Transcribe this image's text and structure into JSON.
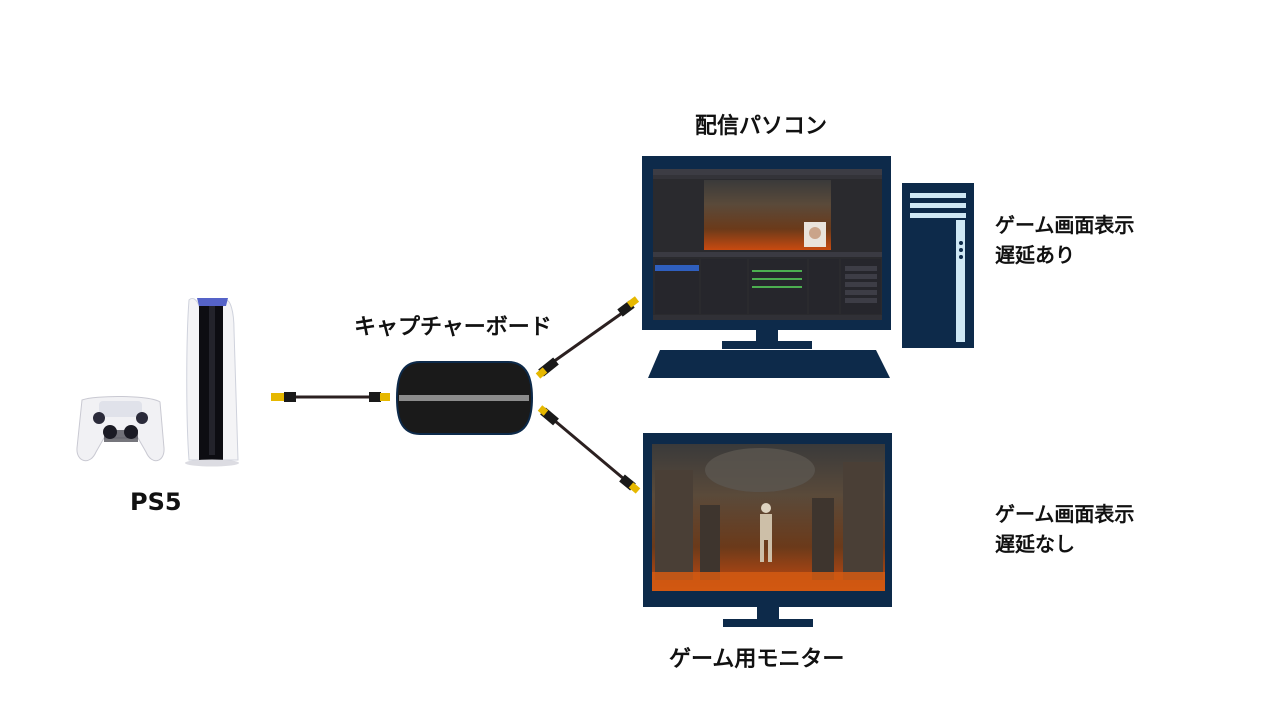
{
  "labels": {
    "ps5": "PS5",
    "capture_board": "キャプチャーボード",
    "streaming_pc": "配信パソコン",
    "game_monitor": "ゲーム用モニター"
  },
  "notes": {
    "pc_line1": "ゲーム画面表示",
    "pc_line2": "遅延あり",
    "monitor_line1": "ゲーム画面表示",
    "monitor_line2": "遅延なし"
  },
  "colors": {
    "device_navy": "#0d2a4a",
    "capture_body": "#1a1a1a",
    "capture_stripe": "#8c8c8c",
    "cable": "#2b2020",
    "connector_gold": "#e6b800",
    "tower_accent": "#cfe8f5"
  }
}
